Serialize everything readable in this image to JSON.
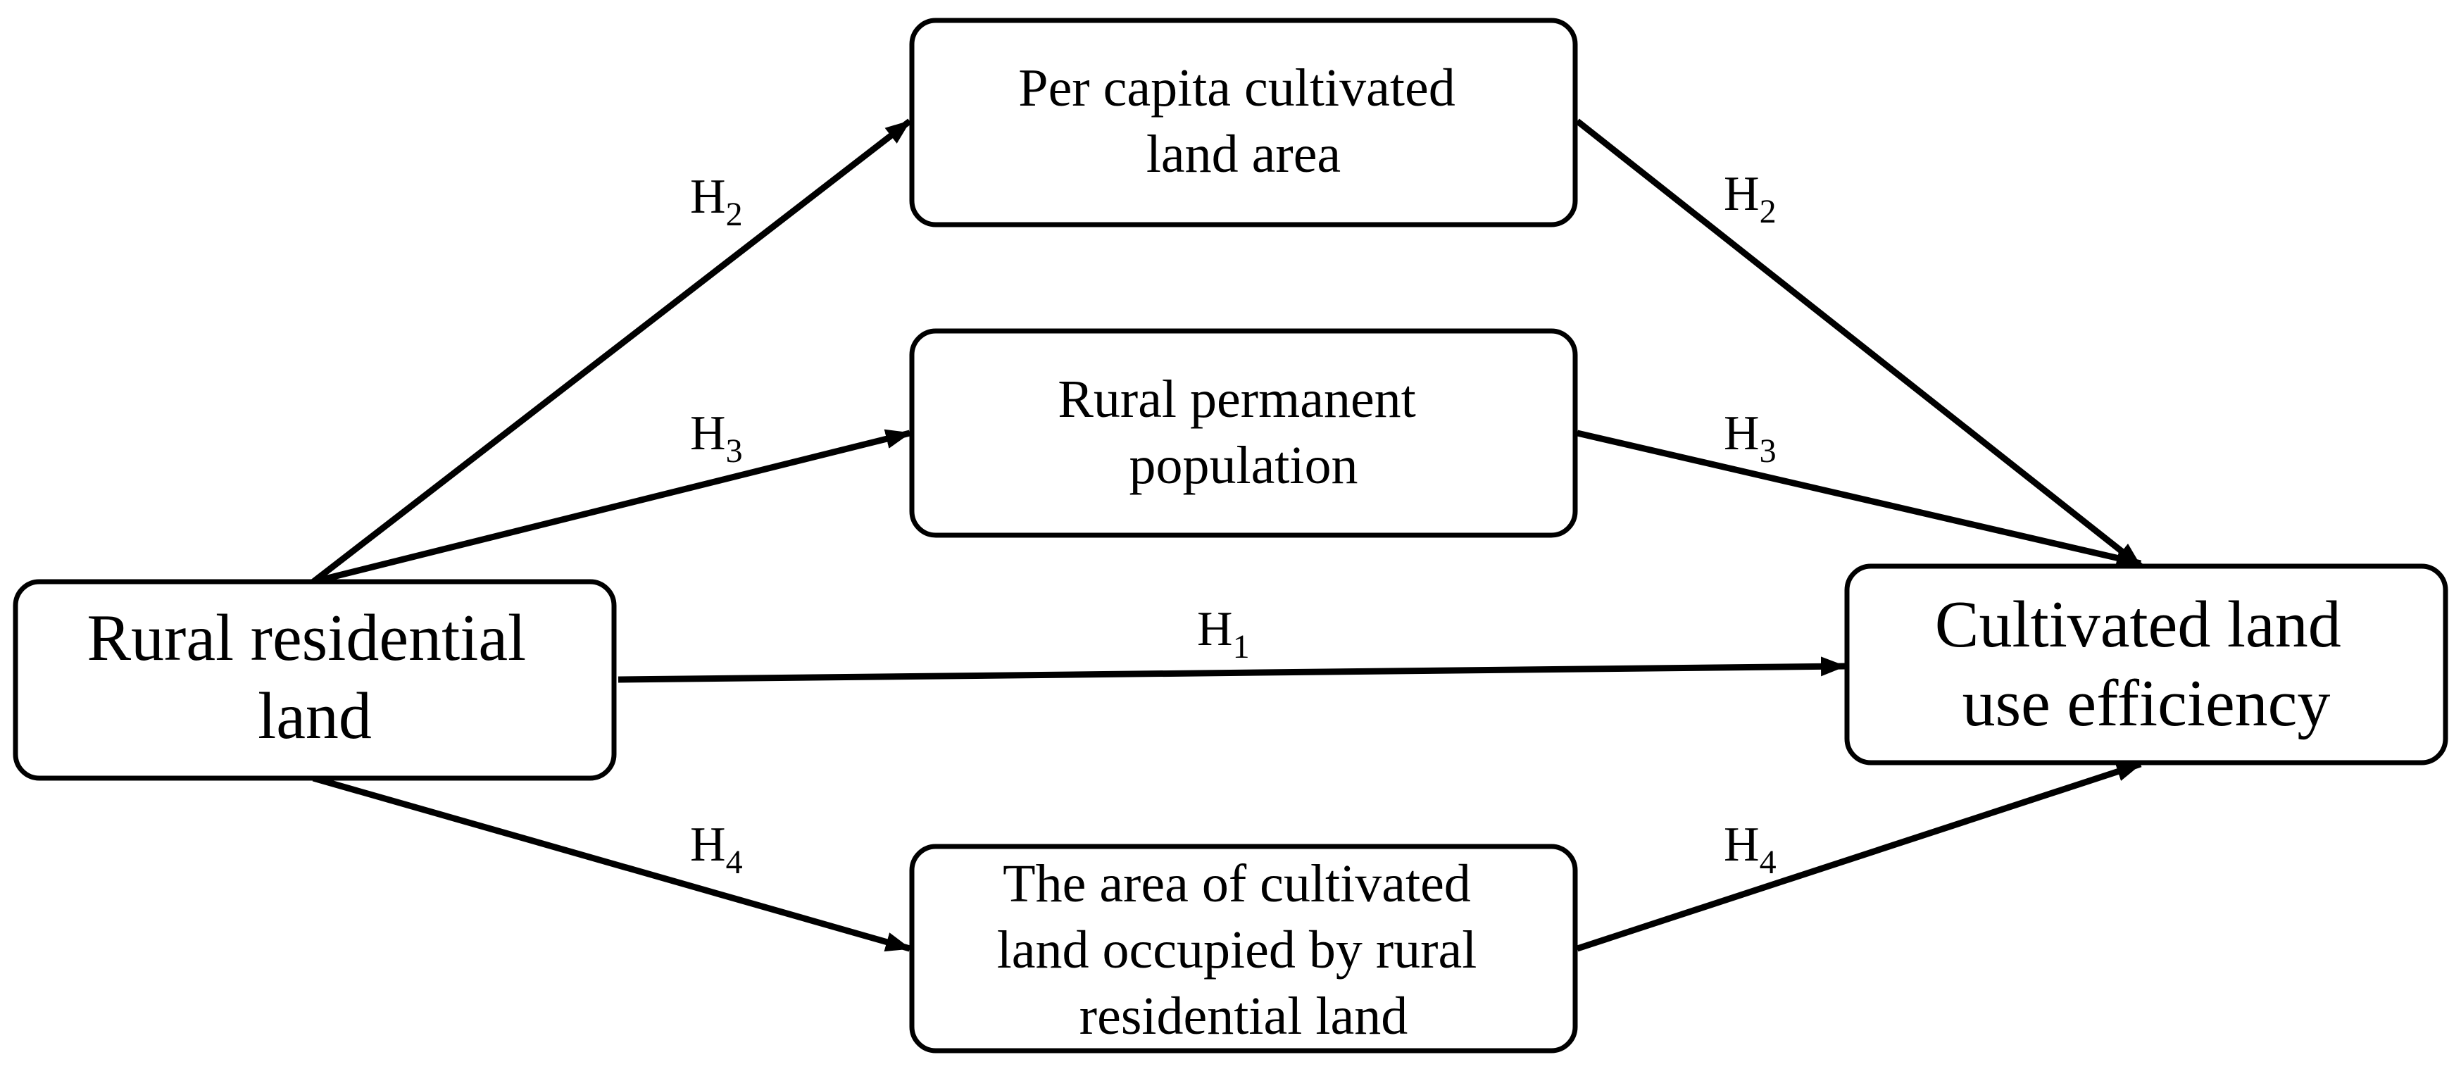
{
  "nodes": {
    "rural_residential_land": {
      "lines": [
        "Rural residential",
        "land"
      ]
    },
    "per_capita_cultivated": {
      "lines": [
        "Per capita cultivated",
        "land area"
      ]
    },
    "rural_permanent_population": {
      "lines": [
        "Rural permanent",
        "population"
      ]
    },
    "area_occupied": {
      "lines": [
        "The area of cultivated",
        "land occupied by rural",
        "residential land"
      ]
    },
    "cultivated_land_use_efficiency": {
      "lines": [
        "Cultivated land",
        "use efficiency"
      ]
    }
  },
  "edges": {
    "h2_in": {
      "letter": "H",
      "sub": "2"
    },
    "h2_out": {
      "letter": "H",
      "sub": "2"
    },
    "h3_in": {
      "letter": "H",
      "sub": "3"
    },
    "h3_out": {
      "letter": "H",
      "sub": "3"
    },
    "h1": {
      "letter": "H",
      "sub": "1"
    },
    "h4_in": {
      "letter": "H",
      "sub": "4"
    },
    "h4_out": {
      "letter": "H",
      "sub": "4"
    }
  }
}
